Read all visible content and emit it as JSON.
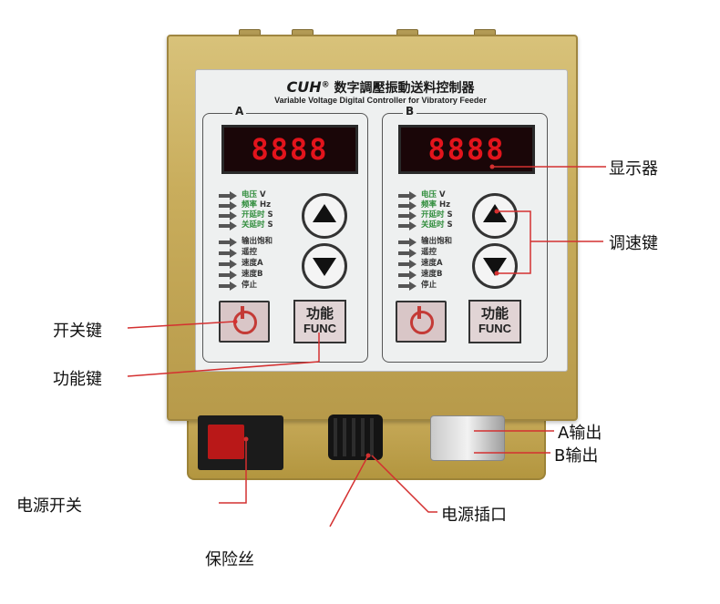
{
  "device": {
    "brand": "CUH",
    "brand_mark": "®",
    "title_cn": "数字調壓振動送料控制器",
    "title_en": "Variable Voltage Digital Controller for Vibratory Feeder"
  },
  "panels": [
    {
      "label": "A",
      "display": "8888",
      "indicators_top": [
        {
          "cn": "电压",
          "unit": "V"
        },
        {
          "cn": "频率",
          "unit": "Hz"
        },
        {
          "cn": "开延时",
          "unit": "S"
        },
        {
          "cn": "关延时",
          "unit": "S"
        }
      ],
      "indicators_bottom": [
        "输出饱和",
        "遥控",
        "速度A",
        "速度B",
        "停止"
      ],
      "func_cn": "功能",
      "func_en": "FUNC"
    },
    {
      "label": "B",
      "display": "8888",
      "indicators_top": [
        {
          "cn": "电压",
          "unit": "V"
        },
        {
          "cn": "频率",
          "unit": "Hz"
        },
        {
          "cn": "开延时",
          "unit": "S"
        },
        {
          "cn": "关延时",
          "unit": "S"
        }
      ],
      "indicators_bottom": [
        "输出饱和",
        "遥控",
        "速度A",
        "速度B",
        "停止"
      ],
      "func_cn": "功能",
      "func_en": "FUNC"
    }
  ],
  "callouts": {
    "display": "显示器",
    "speed_keys": "调速键",
    "power_key": "开关键",
    "function_key": "功能键",
    "a_output": "A输出",
    "b_output": "B输出",
    "power_switch": "电源开关",
    "power_socket": "电源插口",
    "fuse": "保险丝"
  },
  "colors": {
    "enclosure": "#c9ad5c",
    "display_digits": "#e2141c",
    "indicator_green": "#2e8c3a",
    "callout_line": "#d43030",
    "power_switch": "#b91818"
  }
}
